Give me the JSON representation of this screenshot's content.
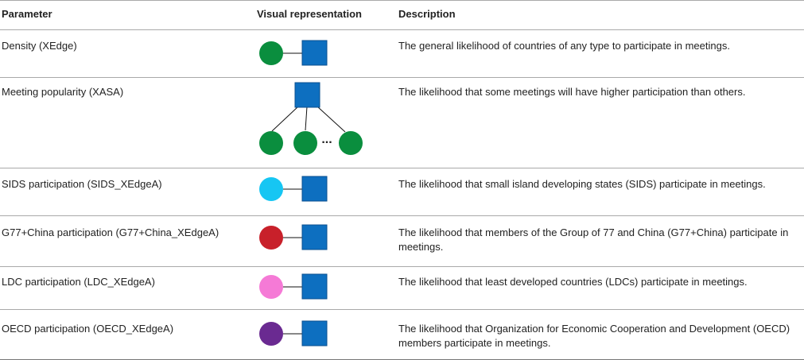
{
  "headers": {
    "parameter": "Parameter",
    "visual": "Visual representation",
    "description": "Description"
  },
  "colors": {
    "square": "#0d6fc0",
    "square_border": "#0a4f8f",
    "green": "#0a8e3e",
    "cyan": "#16c6f3",
    "red": "#c8202a",
    "pink": "#f57ad6",
    "purple": "#6a2a91",
    "line": "#111111"
  },
  "rows": [
    {
      "parameter": "Density (XEdge)",
      "description": "The general likelihood of countries of any type to participate in meetings.",
      "circle_color": "green"
    },
    {
      "parameter": "Meeting popularity (XASA)",
      "description": "The likelihood that some meetings will have higher participation than others.",
      "ellipsis": "..."
    },
    {
      "parameter": "SIDS participation (SIDS_XEdgeA)",
      "description": "The likelihood that small island developing states (SIDS) participate in meetings.",
      "circle_color": "cyan"
    },
    {
      "parameter": "G77+China participation (G77+China_XEdgeA)",
      "description": "The likelihood that members of the Group of 77 and China (G77+China) participate in meetings.",
      "circle_color": "red"
    },
    {
      "parameter": "LDC participation (LDC_XEdgeA)",
      "description": "The likelihood that least developed countries (LDCs) participate in meetings.",
      "circle_color": "pink"
    },
    {
      "parameter": "OECD participation (OECD_XEdgeA)",
      "description": "The likelihood that Organization for Economic Cooperation and Development (OECD) members participate in meetings.",
      "circle_color": "purple"
    }
  ]
}
